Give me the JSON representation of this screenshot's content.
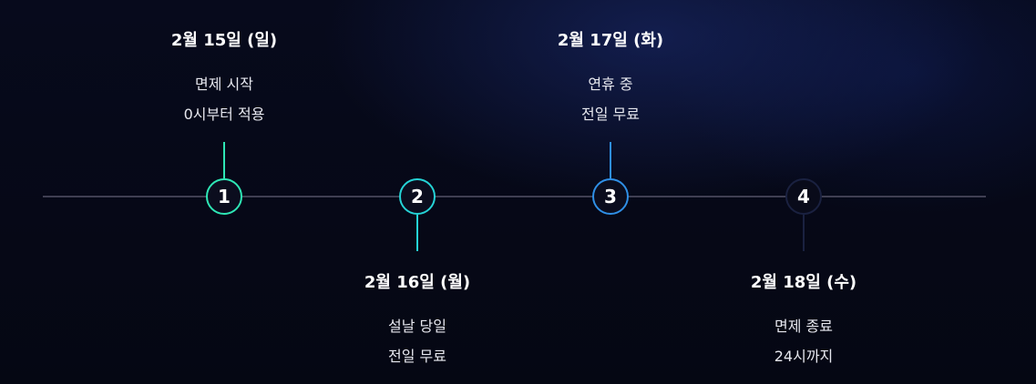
{
  "events": [
    {
      "number": "1",
      "date": "2월 15일 (일)",
      "line1": "면제 시작",
      "line2": "0시부터 적용",
      "color": "#2ee6b5"
    },
    {
      "number": "2",
      "date": "2월 16일 (월)",
      "line1": "설날 당일",
      "line2": "전일 무료",
      "color": "#25d3d6"
    },
    {
      "number": "3",
      "date": "2월 17일 (화)",
      "line1": "연휴 중",
      "line2": "전일 무료",
      "color": "#2f8fe6"
    },
    {
      "number": "4",
      "date": "2월 18일 (수)",
      "line1": "면제 종료",
      "line2": "24시까지",
      "color": "#1a2140"
    }
  ]
}
